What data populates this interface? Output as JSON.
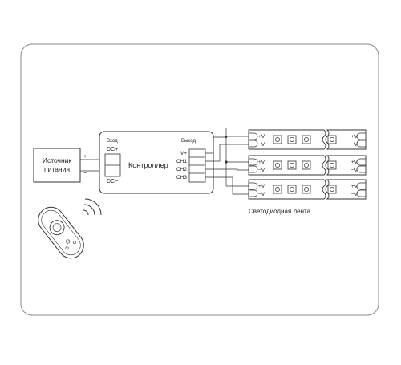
{
  "power_supply": {
    "label_line1": "Источник",
    "label_line2": "питания",
    "plus": "+",
    "minus": "−"
  },
  "controller": {
    "title": "Контроллер",
    "input_label": "Вход",
    "output_label": "Выход",
    "dc_plus": "DC+",
    "dc_minus": "DC−",
    "pins": [
      "V+",
      "CH1",
      "CH2",
      "CH3"
    ]
  },
  "strips": [
    {
      "left_plus": "+V",
      "left_minus": "−V",
      "right_plus": "+V",
      "right_minus": "−V"
    },
    {
      "left_plus": "+V",
      "left_minus": "−V",
      "right_plus": "+V",
      "right_minus": "−V"
    },
    {
      "left_plus": "+V",
      "left_minus": "−V",
      "right_plus": "+V",
      "right_minus": "−V"
    }
  ],
  "strip_caption": "Светодиодная лента",
  "colors": {
    "line": "#3a3a3a",
    "frame": "#888888",
    "remote_fill": "#ffffff"
  },
  "icons": [
    "remote-control-icon",
    "wireless-signal-icon",
    "led-chip-icon"
  ]
}
